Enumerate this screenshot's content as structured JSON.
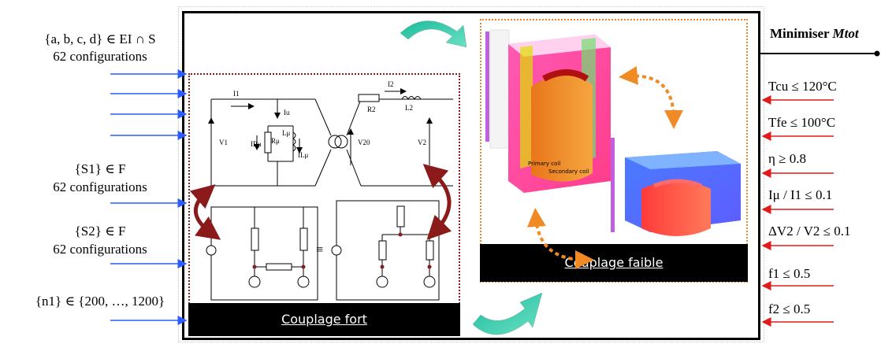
{
  "left_inputs": {
    "set1_line1": "{a, b, c, d} ∈ EI ∩ S",
    "set1_line2": "62 configurations",
    "set2_line1": "{S1} ∈ F",
    "set2_line2": "62 configurations",
    "set3_line1": "{S2} ∈ F",
    "set3_line2": "62 configurations",
    "set4_line1": "{n1} ∈ {200, …, 1200}"
  },
  "objective": {
    "label": "Minimiser",
    "symbol": "Mtot"
  },
  "constraints": [
    "Tcu ≤ 120°C",
    "Tfe ≤ 100°C",
    "η ≥ 0.8",
    "Iμ / I1 ≤ 0.1",
    "ΔV2 / V2 ≤ 0.1",
    "f1 ≤ 0.5",
    "f2 ≤ 0.5"
  ],
  "couplage_fort": {
    "label": "Couplage fort"
  },
  "couplage_faible": {
    "label": "Couplage faible"
  },
  "circuit": {
    "I1": "I1",
    "I2": "I2",
    "Iu": "Iu",
    "Lu": "Lμ",
    "Ru": "Rμ",
    "IR": "IRμ",
    "ILu": "ILμ",
    "V1": "V1",
    "V20": "V20",
    "V2": "V2",
    "R2": "R2",
    "L2": "L2",
    "equiv": "≡"
  },
  "fem": {
    "primary_coil": "Primary coil",
    "secondary_coil": "Secondary coil"
  },
  "colors": {
    "blue_arrow": "#2b5cff",
    "red_arrow": "#e01b1b",
    "dark_red": "#8b1a1a",
    "orange": "#f08a24",
    "teal": "#1abc9c"
  }
}
